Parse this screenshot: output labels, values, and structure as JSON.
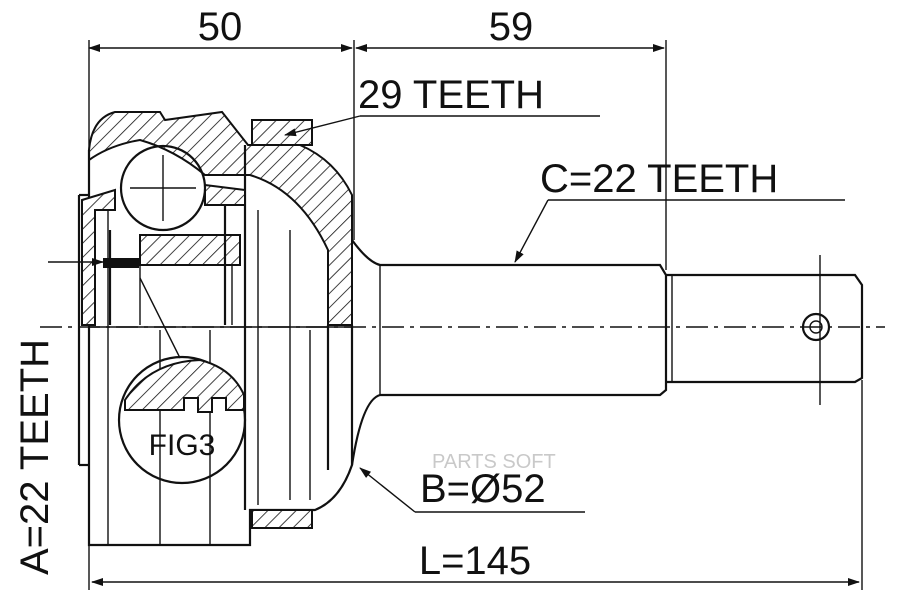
{
  "dimensions": {
    "outer_length": "50",
    "shaft_length": "59",
    "total_length": "L=145"
  },
  "labels": {
    "teeth_29": "29 TEETH",
    "teeth_c": "C=22 TEETH",
    "teeth_a": "A=22 TEETH",
    "diameter_b": "B=Ø52",
    "fig": "FIG3"
  },
  "watermark": "PARTS SOFT",
  "colors": {
    "line": "#111111",
    "background": "#ffffff",
    "watermark": "#c9c9c9"
  }
}
